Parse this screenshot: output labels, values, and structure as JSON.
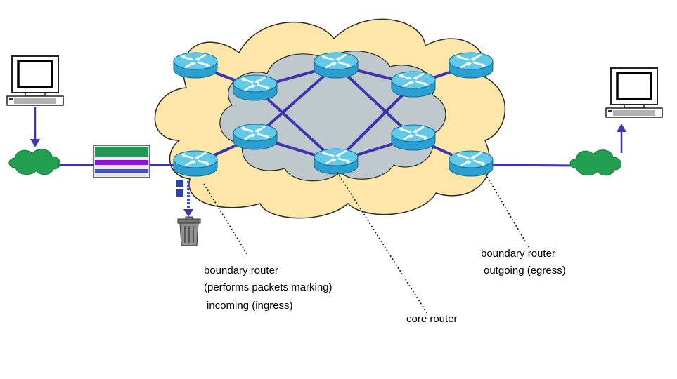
{
  "labels": {
    "ingress_line1": "boundary router",
    "ingress_line2": "(performs packets marking)",
    "ingress_line3": "incoming (ingress)",
    "core": "core router",
    "egress_line1": "boundary router",
    "egress_line2": "outgoing (egress)"
  },
  "icons": {
    "computer": "computer-icon",
    "router": "router-icon",
    "cloud": "cloud-icon",
    "network": "network-cloud-icon",
    "marker": "packet-marker-icon",
    "trash": "trash-can-icon",
    "packet": "packet-icon"
  },
  "colors": {
    "outer_cloud": "#fde6a8",
    "core_cloud": "#bfc8cc",
    "link": "#3f33b4",
    "router_top": "#5fc6e6",
    "router_body": "#2a9fd0",
    "access_cloud": "#20a050",
    "marker_green": "#1e9a54",
    "marker_purple": "#8e14d8",
    "marker_blue": "#3a4fd6"
  }
}
